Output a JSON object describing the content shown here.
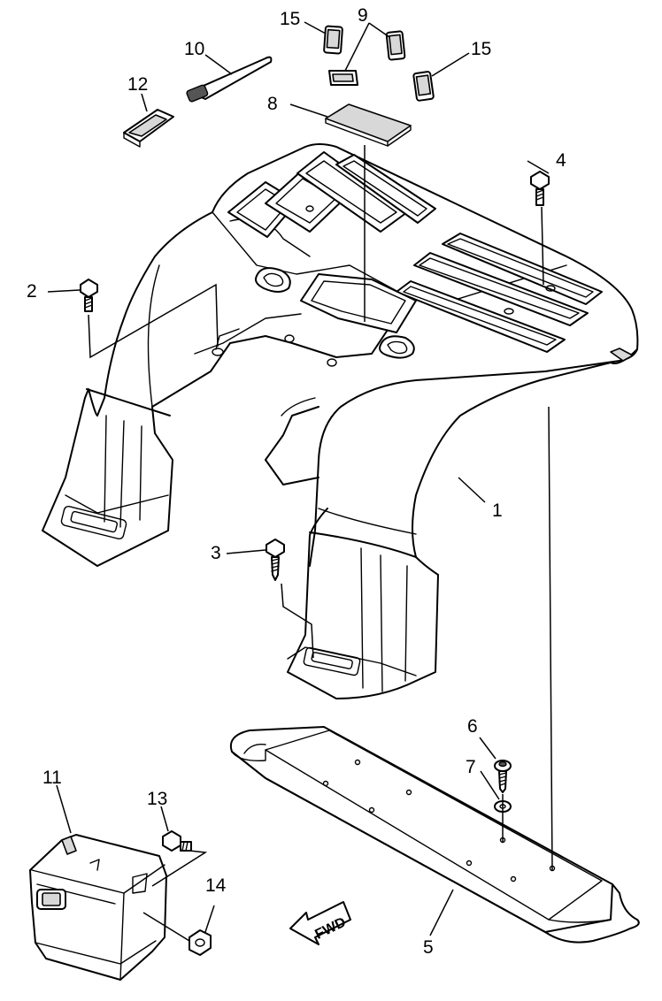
{
  "diagram": {
    "callouts": {
      "p1": "1",
      "p2": "2",
      "p3": "3",
      "p4": "4",
      "p5": "5",
      "p6": "6",
      "p7": "7",
      "p8": "8",
      "p9": "9",
      "p10": "10",
      "p11": "11",
      "p12": "12",
      "p13": "13",
      "p14": "14",
      "p15a": "15",
      "p15b": "15"
    },
    "direction_label": "FWD"
  }
}
